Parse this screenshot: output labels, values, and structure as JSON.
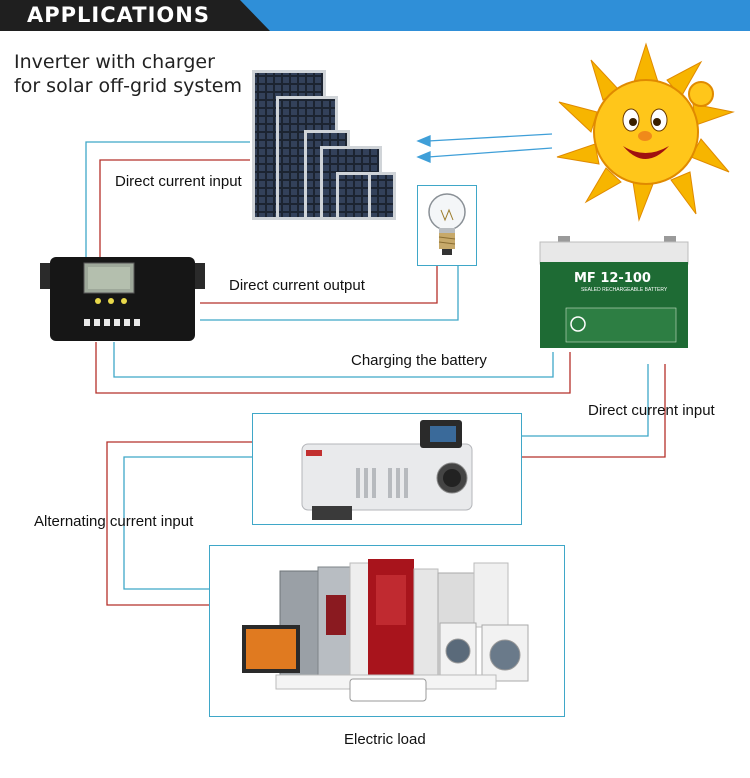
{
  "banner": {
    "title": "APPLICATIONS"
  },
  "heading": {
    "line1": "Inverter with charger",
    "line2": "for solar off-grid system"
  },
  "labels": {
    "dc_input_top": "Direct current input",
    "dc_output": "Direct current output",
    "charging": "Charging the battery",
    "dc_input_right": "Direct current input",
    "ac_input": "Alternating current input",
    "electric_load": "Electric load"
  },
  "battery": {
    "model": "MF 12-100",
    "subtitle": "SEALED RECHARGEABLE BATTERY"
  },
  "colors": {
    "banner_dark": "#1f1f1f",
    "banner_blue": "#2f8fd8",
    "wire_red": "#b5302a",
    "wire_blue": "#3fa7c8",
    "sun": "#f7b500",
    "battery": "#1e6b34"
  }
}
